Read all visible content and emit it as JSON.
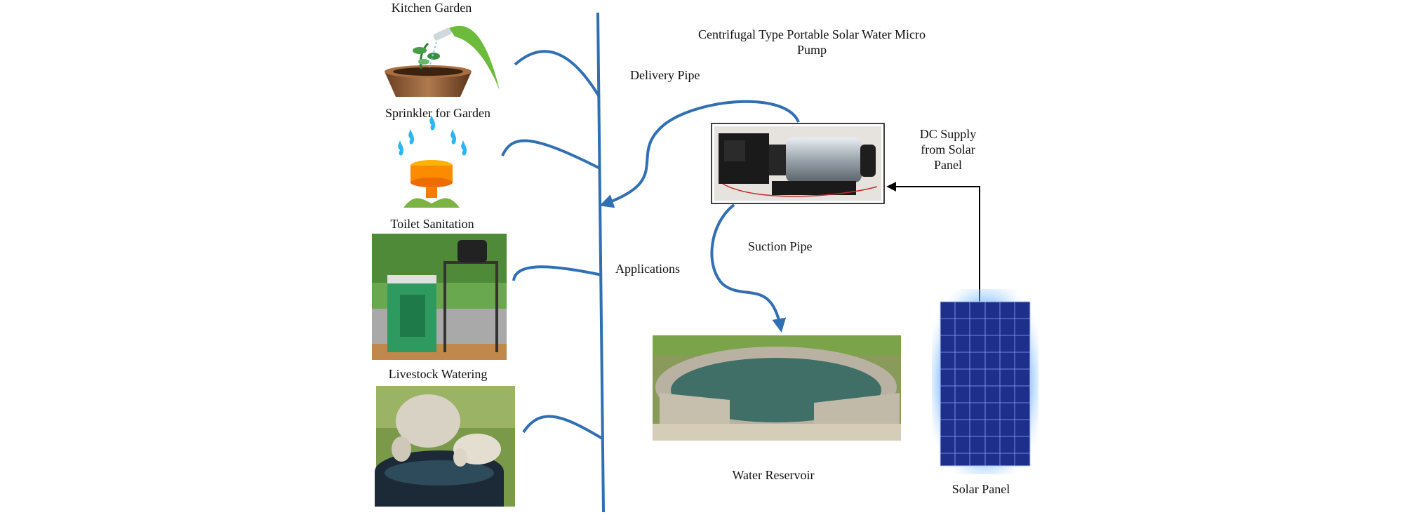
{
  "title": "Centrifugal Type Portable Solar Water Micro Pump",
  "labels": {
    "kitchen_garden": "Kitchen Garden",
    "sprinkler": "Sprinkler for Garden",
    "toilet": "Toilet Sanitation",
    "livestock": "Livestock Watering",
    "delivery_pipe": "Delivery Pipe",
    "applications": "Applications",
    "suction_pipe": "Suction Pipe",
    "water_reservoir": "Water Reservoir",
    "solar_panel": "Solar Panel",
    "dc_supply": "DC Supply from Solar Panel"
  },
  "colors": {
    "pipe": "#2f6fb3",
    "arrow": "#000000",
    "water": "#3f6f66",
    "panel": "#1d2f8a"
  }
}
